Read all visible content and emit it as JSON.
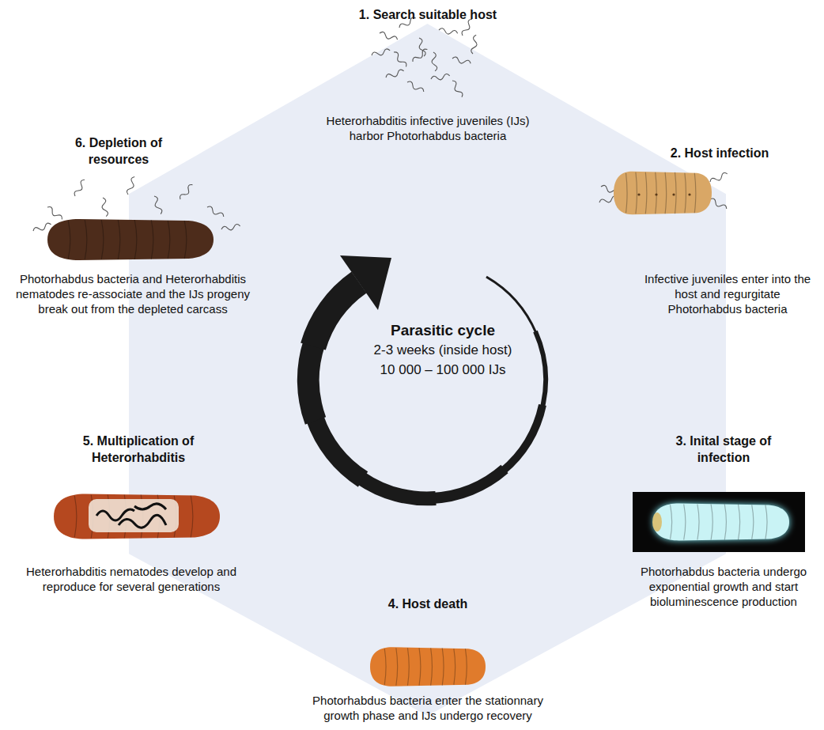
{
  "diagram": {
    "nodes": [
      {
        "text": [
          "Parasitic cycle",
          "2-3 weeks (inside host)",
          "10 000 – 100 000 IJs"
        ]
      }
    ],
    "labels": [
      "1. Search suitable host",
      "Heterorhabditis infective juveniles (IJs) harbor Photorhabdus bacteria",
      "2. Host infection",
      "Infective juveniles enter into the host and regurgitate Photorhabdus bacteria",
      "3. Inital stage of infection",
      "Photorhabdus bacteria undergo exponential growth and start bioluminescence production",
      "4. Host death",
      "Photorhabdus bacteria enter the stationnary growth phase and IJs undergo recovery",
      "5. Multiplication of Heterorhabditis",
      "Heterorhabditis nematodes develop and reproduce for several generations",
      "6. Depletion of resources",
      "Photorhabdus bacteria and Heterorhabditis nematodes re-associate and the IJs progeny break out from the depleted carcass"
    ]
  }
}
